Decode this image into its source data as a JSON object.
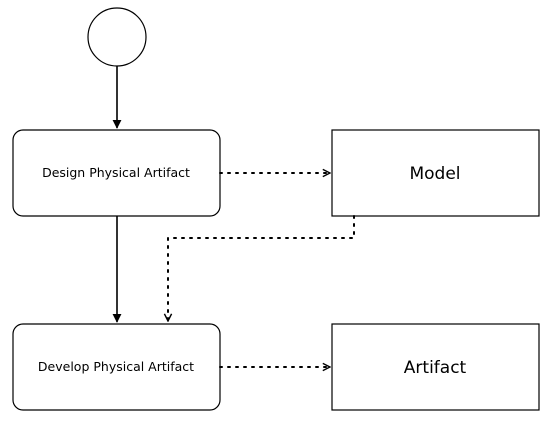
{
  "diagram": {
    "start_node": {
      "shape": "circle"
    },
    "activities": [
      {
        "id": "design",
        "label": "Design Physical Artifact"
      },
      {
        "id": "develop",
        "label": "Develop Physical Artifact"
      }
    ],
    "artifacts": [
      {
        "id": "model",
        "label": "Model"
      },
      {
        "id": "artifact",
        "label": "Artifact"
      }
    ],
    "edges": [
      {
        "from": "start",
        "to": "design",
        "style": "solid"
      },
      {
        "from": "design",
        "to": "develop",
        "style": "solid"
      },
      {
        "from": "design",
        "to": "model",
        "style": "dotted"
      },
      {
        "from": "model",
        "to": "develop",
        "style": "dotted"
      },
      {
        "from": "develop",
        "to": "artifact",
        "style": "dotted"
      }
    ],
    "colors": {
      "stroke": "#000000",
      "fill": "#ffffff"
    }
  }
}
